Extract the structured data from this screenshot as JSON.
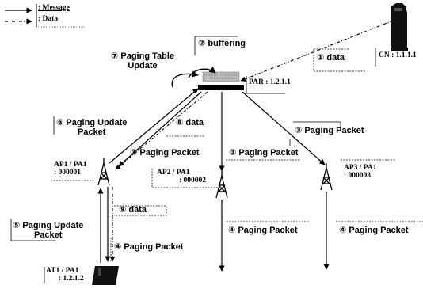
{
  "legend": {
    "message_label": ": Message",
    "data_label": ": Data"
  },
  "nodes": {
    "cn": "CN : 1.1.1.1",
    "par": "PAR : 1.2.1.1",
    "ap1": [
      "AP1 / PA1",
      ": 000001"
    ],
    "ap2": [
      "AP2 / PA1",
      ": 000002"
    ],
    "ap3": [
      "AP3 / PA1",
      ": 000003"
    ],
    "at1": [
      "AT1 / PA1",
      ": 1.2.1.2"
    ]
  },
  "steps": {
    "s1_data": "① data",
    "s2_buffering": "② buffering",
    "s3_paging_packet": "③ Paging Packet",
    "s4_paging_packet": "④ Paging Packet",
    "s5_paging_update": [
      "⑤ Paging Update",
      "Packet"
    ],
    "s6_paging_update": [
      "⑥ Paging Update",
      "Packet"
    ],
    "s7_paging_table": [
      "⑦ Paging Table",
      "Update"
    ],
    "s8_data": "⑧ data",
    "s9_data": "⑨ data"
  },
  "icons": {
    "cn": "mobile-phone-icon",
    "par": "router-icon",
    "ap": "antenna-tower-icon",
    "at": "terminal-icon"
  }
}
